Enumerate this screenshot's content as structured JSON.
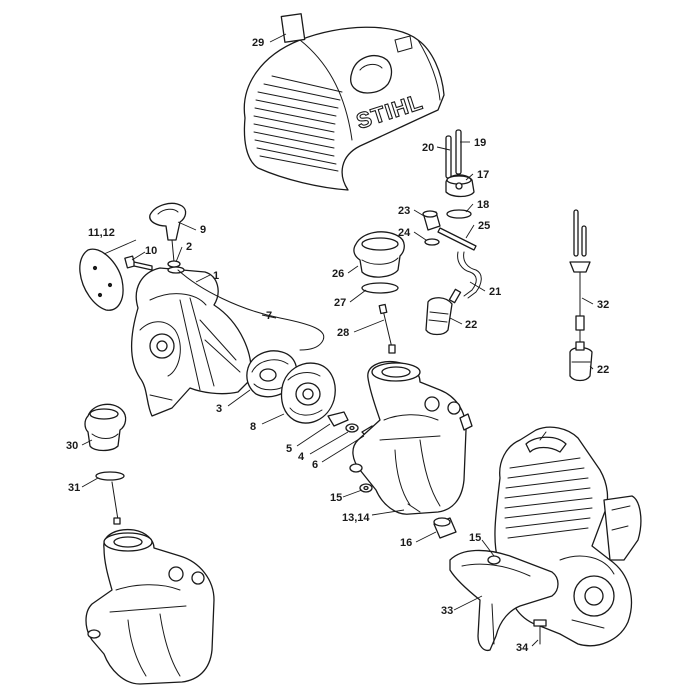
{
  "brand_text": "STIHL",
  "callouts": {
    "c1": "1",
    "c2": "2",
    "c3": "3",
    "c4": "4",
    "c5": "5",
    "c6": "6",
    "c7": "7",
    "c8": "8",
    "c9": "9",
    "c10": "10",
    "c11_12": "11,12",
    "c13_14": "13,14",
    "c15a": "15",
    "c15b": "15",
    "c16": "16",
    "c17": "17",
    "c18": "18",
    "c19": "19",
    "c20": "20",
    "c21": "21",
    "c22a": "22",
    "c22b": "22",
    "c23": "23",
    "c24": "24",
    "c25": "25",
    "c26": "26",
    "c27": "27",
    "c28": "28",
    "c29": "29",
    "c30": "30",
    "c31": "31",
    "c32": "32",
    "c33": "33",
    "c34": "34"
  },
  "colors": {
    "line": "#1a1a1a",
    "background": "#ffffff"
  }
}
